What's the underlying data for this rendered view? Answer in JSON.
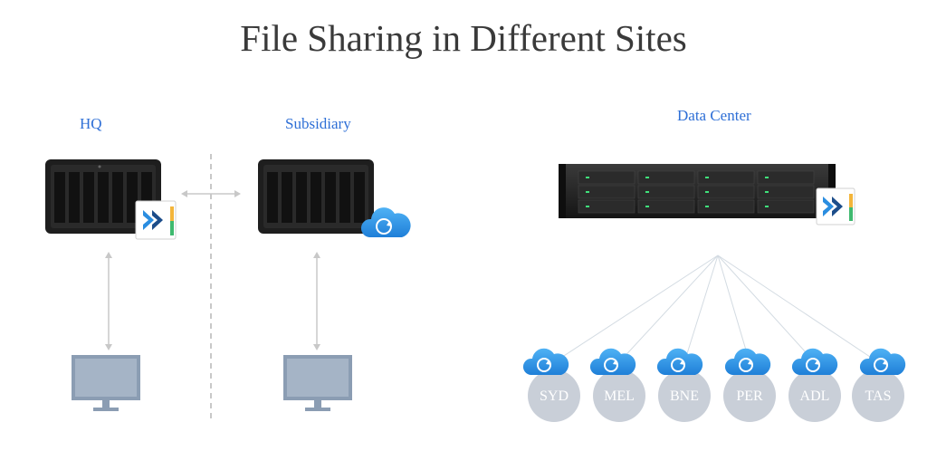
{
  "title": "File Sharing in Different Sites",
  "sites": {
    "hq": "HQ",
    "subsidiary": "Subsidiary",
    "data_center": "Data Center"
  },
  "branches": [
    "SYD",
    "MEL",
    "BNE",
    "PER",
    "ADL",
    "TAS"
  ],
  "colors": {
    "title": "#3a3a3a",
    "site_label": "#2e6fd6",
    "nas_body": "#1e1e1e",
    "connector": "#c8c8c8",
    "monitor": "#8b9db3",
    "cloud": "#2a8de0",
    "branch_circle": "#c9cfd8"
  },
  "icons": [
    "drive-app-icon",
    "cloud-sync-icon",
    "nas-server-icon",
    "rack-server-icon",
    "monitor-icon"
  ]
}
